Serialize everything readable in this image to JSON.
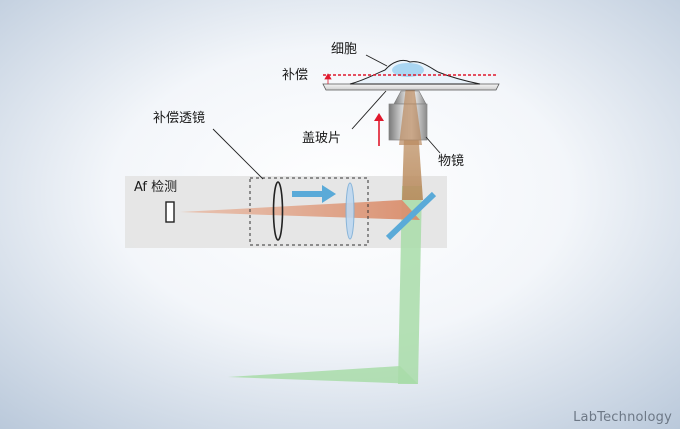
{
  "labels": {
    "cell": "细胞",
    "compensation": "补偿",
    "cover_glass": "盖玻片",
    "objective": "物镜",
    "compensation_lens": "补偿透镜",
    "af_detection": "Af 检测"
  },
  "watermark": "LabTechnology",
  "colors": {
    "background_center": "#ffffff",
    "background_edge": "#b9c8da",
    "af_band": "#e6e6e6",
    "af_beam": "#dc9a7c",
    "illumination_beam": "#9cd49a",
    "dichroic_mirror": "#5aaad8",
    "arrow_blue": "#5aaad8",
    "compensation_red": "#e0182c",
    "lens_blue": "#bfd8f0"
  }
}
